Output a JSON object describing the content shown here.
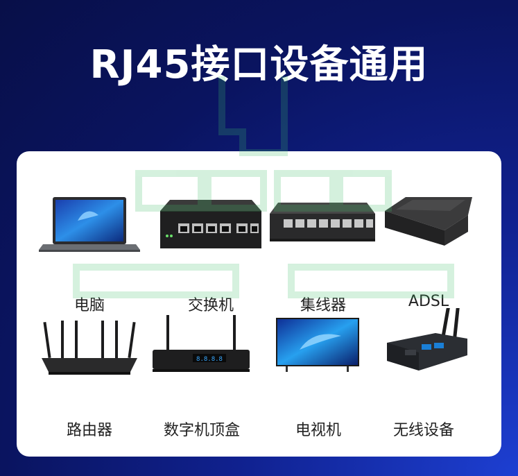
{
  "title": "RJ45接口设备通用",
  "devices": [
    {
      "label": "电脑",
      "icon": "laptop-icon"
    },
    {
      "label": "交换机",
      "icon": "switch-icon"
    },
    {
      "label": "集线器",
      "icon": "hub-icon"
    },
    {
      "label": "ADSL",
      "icon": "adsl-modem-icon"
    },
    {
      "label": "路由器",
      "icon": "router-icon"
    },
    {
      "label": "数字机顶盒",
      "icon": "set-top-box-icon"
    },
    {
      "label": "电视机",
      "icon": "tv-icon"
    },
    {
      "label": "无线设备",
      "icon": "wireless-device-icon"
    }
  ],
  "colors": {
    "background": "#0a1460",
    "card": "#ffffff",
    "watermark": "#3fbf6a"
  }
}
